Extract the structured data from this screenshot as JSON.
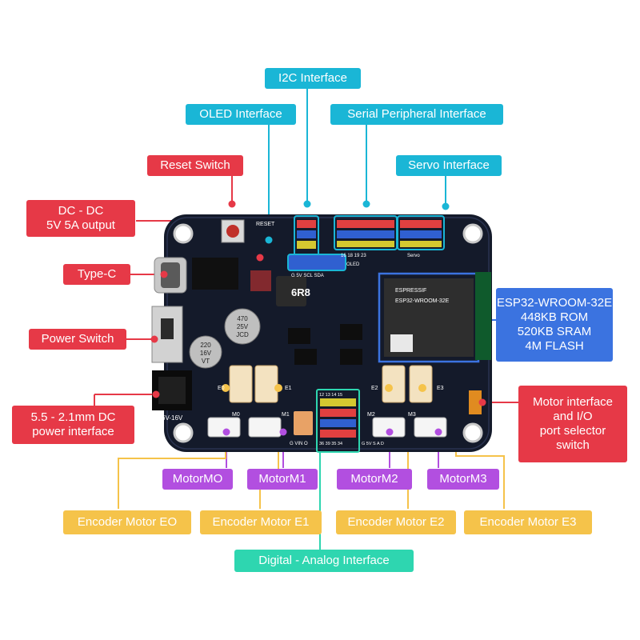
{
  "labels": {
    "i2c": "I2C Interface",
    "oled": "OLED Interface",
    "spi": "Serial Peripheral Interface",
    "reset": "Reset Switch",
    "servo": "Servo Interface",
    "dcdc_1": "DC - DC",
    "dcdc_2": "5V 5A output",
    "typec": "Type-C",
    "power_switch": "Power Switch",
    "dc_jack_1": "5.5 - 2.1mm DC",
    "dc_jack_2": "power interface",
    "esp32_1": "ESP32-WROOM-32E",
    "esp32_2": "448KB ROM",
    "esp32_3": "520KB SRAM",
    "esp32_4": "4M FLASH",
    "motor_sel_1": "Motor interface",
    "motor_sel_2": "and I/O",
    "motor_sel_3": "port selector",
    "motor_sel_4": "switch",
    "motor_m0": "MotorMO",
    "motor_m1": "MotorM1",
    "motor_m2": "MotorM2",
    "motor_m3": "MotorM3",
    "enc_e0": "Encoder Motor EO",
    "enc_e1": "Encoder Motor E1",
    "enc_e2": "Encoder Motor E2",
    "enc_e3": "Encoder Motor E3",
    "digital_analog": "Digital - Analog Interface"
  },
  "board": {
    "reset_silk": "RESET",
    "inductor": "6R8",
    "cap1_1": "470",
    "cap1_2": "25V",
    "cap1_3": "JCD",
    "cap2_1": "220",
    "cap2_2": "16V",
    "cap2_3": "VT",
    "voltage": "6V-16V",
    "oled_silk": "OLED",
    "i2c_silk": "G 5V SCL SDA",
    "spi_pins": "16 18 19 23",
    "servo_silk": "Servo",
    "module_brand": "ESPRESSIF",
    "module_name": "ESP32-WROOM-32E",
    "e0": "E0",
    "e1": "E1",
    "e2": "E2",
    "e3": "E3",
    "m0": "M0",
    "m1": "M1",
    "m2": "M2",
    "m3": "M3",
    "vin": "G VIN O",
    "analog_nums_top": "12 13 14 15",
    "analog_nums_bot": "36 39 35 34",
    "analog_silk": "G 5V S A D"
  },
  "colors": {
    "cyan": "#1ab6d6",
    "red": "#e63947",
    "purple": "#b24fe0",
    "yellow": "#f5c34a",
    "teal": "#2ed6b0",
    "blue": "#3b73e0",
    "pcb": "#141a2a"
  }
}
